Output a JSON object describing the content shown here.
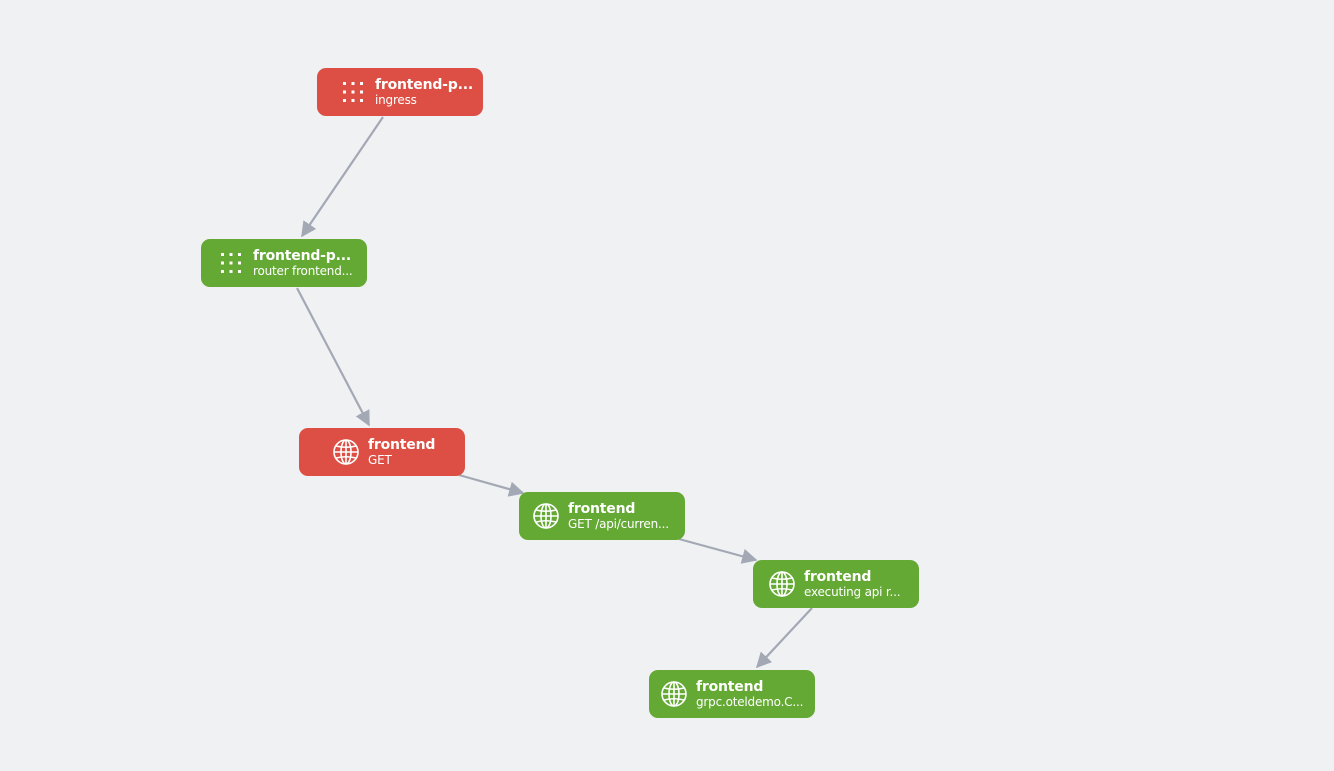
{
  "colors": {
    "background": "#f0f1f3",
    "error": "#dd4f44",
    "ok": "#64a934",
    "edge": "#a3a8b5"
  },
  "nodes": [
    {
      "id": "n1",
      "title": "frontend-p...",
      "subtitle": "ingress",
      "status": "error",
      "icon": "grid-icon"
    },
    {
      "id": "n2",
      "title": "frontend-p...",
      "subtitle": "router frontend...",
      "status": "ok",
      "icon": "grid-icon"
    },
    {
      "id": "n3",
      "title": "frontend",
      "subtitle": "GET",
      "status": "error",
      "icon": "globe-icon"
    },
    {
      "id": "n4",
      "title": "frontend",
      "subtitle": "GET /api/curren...",
      "status": "ok",
      "icon": "globe-icon"
    },
    {
      "id": "n5",
      "title": "frontend",
      "subtitle": "executing api r...",
      "status": "ok",
      "icon": "globe-icon"
    },
    {
      "id": "n6",
      "title": "frontend",
      "subtitle": "grpc.oteldemo.C...",
      "status": "ok",
      "icon": "globe-icon"
    }
  ],
  "edges": [
    {
      "from": "n1",
      "to": "n2"
    },
    {
      "from": "n2",
      "to": "n3"
    },
    {
      "from": "n3",
      "to": "n4"
    },
    {
      "from": "n4",
      "to": "n5"
    },
    {
      "from": "n5",
      "to": "n6"
    }
  ]
}
